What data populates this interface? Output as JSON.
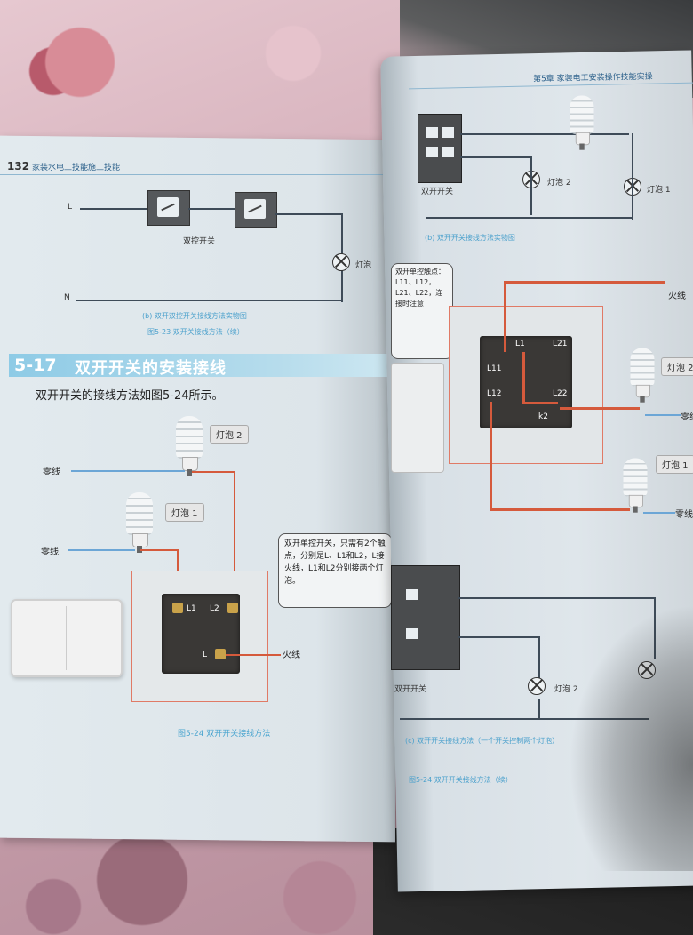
{
  "left_page": {
    "page_number": "132",
    "header": "家装水电工技能施工技能",
    "top_diagram": {
      "line_L": "L",
      "line_N": "N",
      "switch_label": "双控开关",
      "lamp_label": "灯泡",
      "caption_sub": "(b) 双开双控开关接线方法实物图",
      "caption_fig": "图5-23  双开关接线方法（续）"
    },
    "section": {
      "number": "5-17",
      "title": "双开开关的安装接线",
      "body": "双开开关的接线方法如图5-24所示。"
    },
    "wiring": {
      "neutral_1": "零线",
      "neutral_2": "零线",
      "live": "火线",
      "lamp1": "灯泡 1",
      "lamp2": "灯泡 2",
      "term_L1": "L1",
      "term_L2": "L2",
      "term_L": "L",
      "callout": "双开单控开关，只需有2个触点，分别是L、L1和L2，L接火线，L1和L2分别接两个灯泡。",
      "caption": "图5-24  双开开关接线方法"
    }
  },
  "right_page": {
    "header": "第5章  家装电工安装操作技能实操",
    "top": {
      "switch_label": "双开开关",
      "lamp2": "灯泡 2",
      "lamp1": "灯泡 1",
      "caption": "(b) 双开开关接线方法实物图"
    },
    "middle": {
      "callout": "双开单控触点：L11、L12，L21、L22，连接时注意",
      "live": "火线",
      "neutral_1": "零线",
      "neutral_2": "零线",
      "lamp1": "灯泡 1",
      "lamp2": "灯泡 2",
      "t_L11a": "L1",
      "t_L21a": "L21",
      "t_L11": "L11",
      "t_L12": "L12",
      "t_L22": "L22",
      "t_k2": "k2"
    },
    "bottom": {
      "lamp2": "灯泡 2",
      "switch_label": "双开开关",
      "caption_sub": "(c) 双开开关接线方法（一个开关控制两个灯泡）",
      "caption_fig": "图5-24  双开开关接线方法（续）"
    }
  },
  "colors": {
    "live_wire": "#d55a3c",
    "neutral_wire": "#6ca6d6",
    "section_bar": "#8ecbe6",
    "caption_blue": "#49a4cf"
  }
}
